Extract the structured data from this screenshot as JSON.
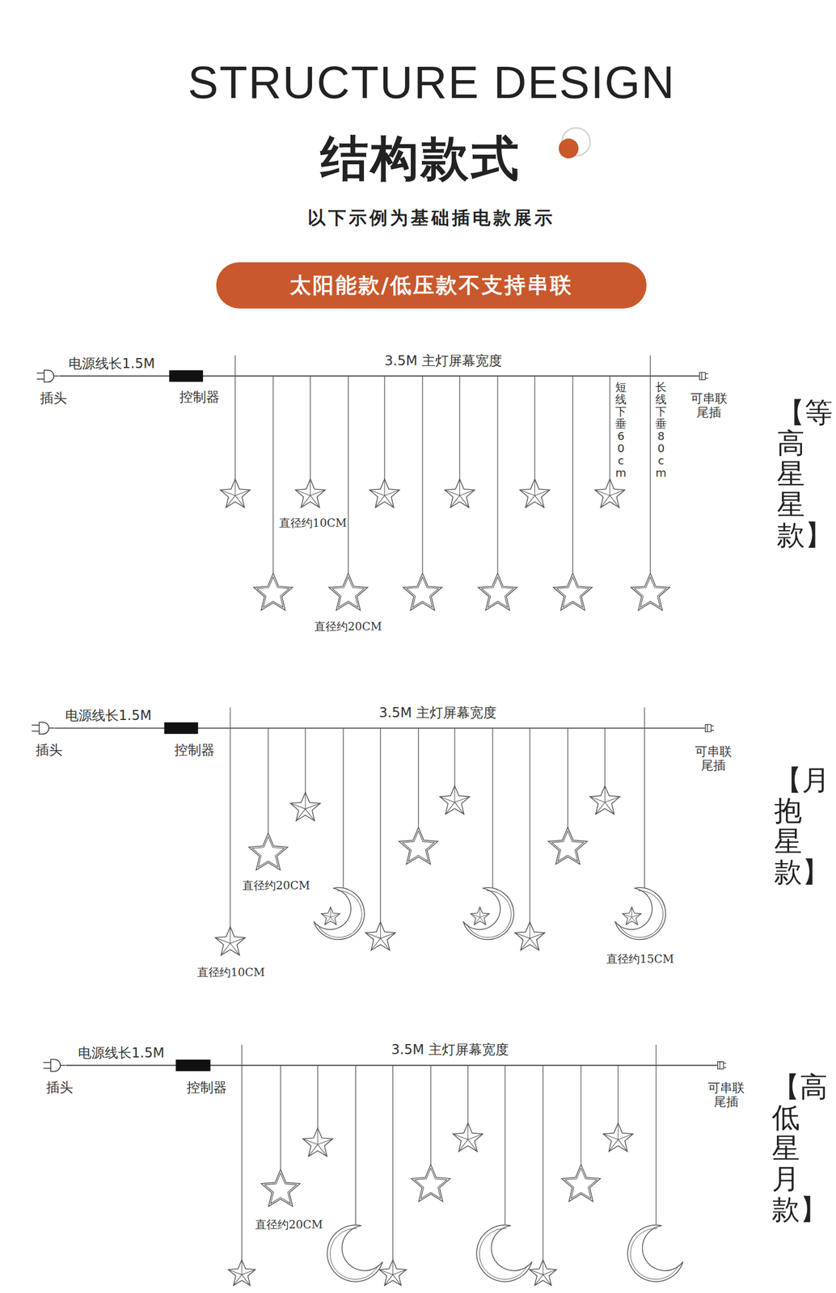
{
  "diagram": {
    "title": "STRUCTURE DESIGN",
    "nodes": [
      {
        "text": [
          "太阳能款/低压款不支持串联"
        ]
      }
    ],
    "labels": [
      "结构款式",
      "以下示例为基础插电款展示",
      "电源线长1.5M",
      "插头",
      "控制器",
      "3.5M 主灯屏幕宽度",
      "短线下垂60cm",
      "长线下垂80cm",
      "可串联 尾插",
      "直径约10CM",
      "直径约20CM",
      "【等高星星款】",
      "电源线长1.5M",
      "插头",
      "控制器",
      "3.5M 主灯屏幕宽度",
      "可串联 尾插",
      "直径约20CM",
      "直径约10CM",
      "直径约15CM",
      "【月抱星款】",
      "电源线长1.5M",
      "插头",
      "控制器",
      "3.5M 主灯屏幕宽度",
      "可串联 尾插",
      "直径约20CM",
      "【高低星月款】"
    ]
  }
}
